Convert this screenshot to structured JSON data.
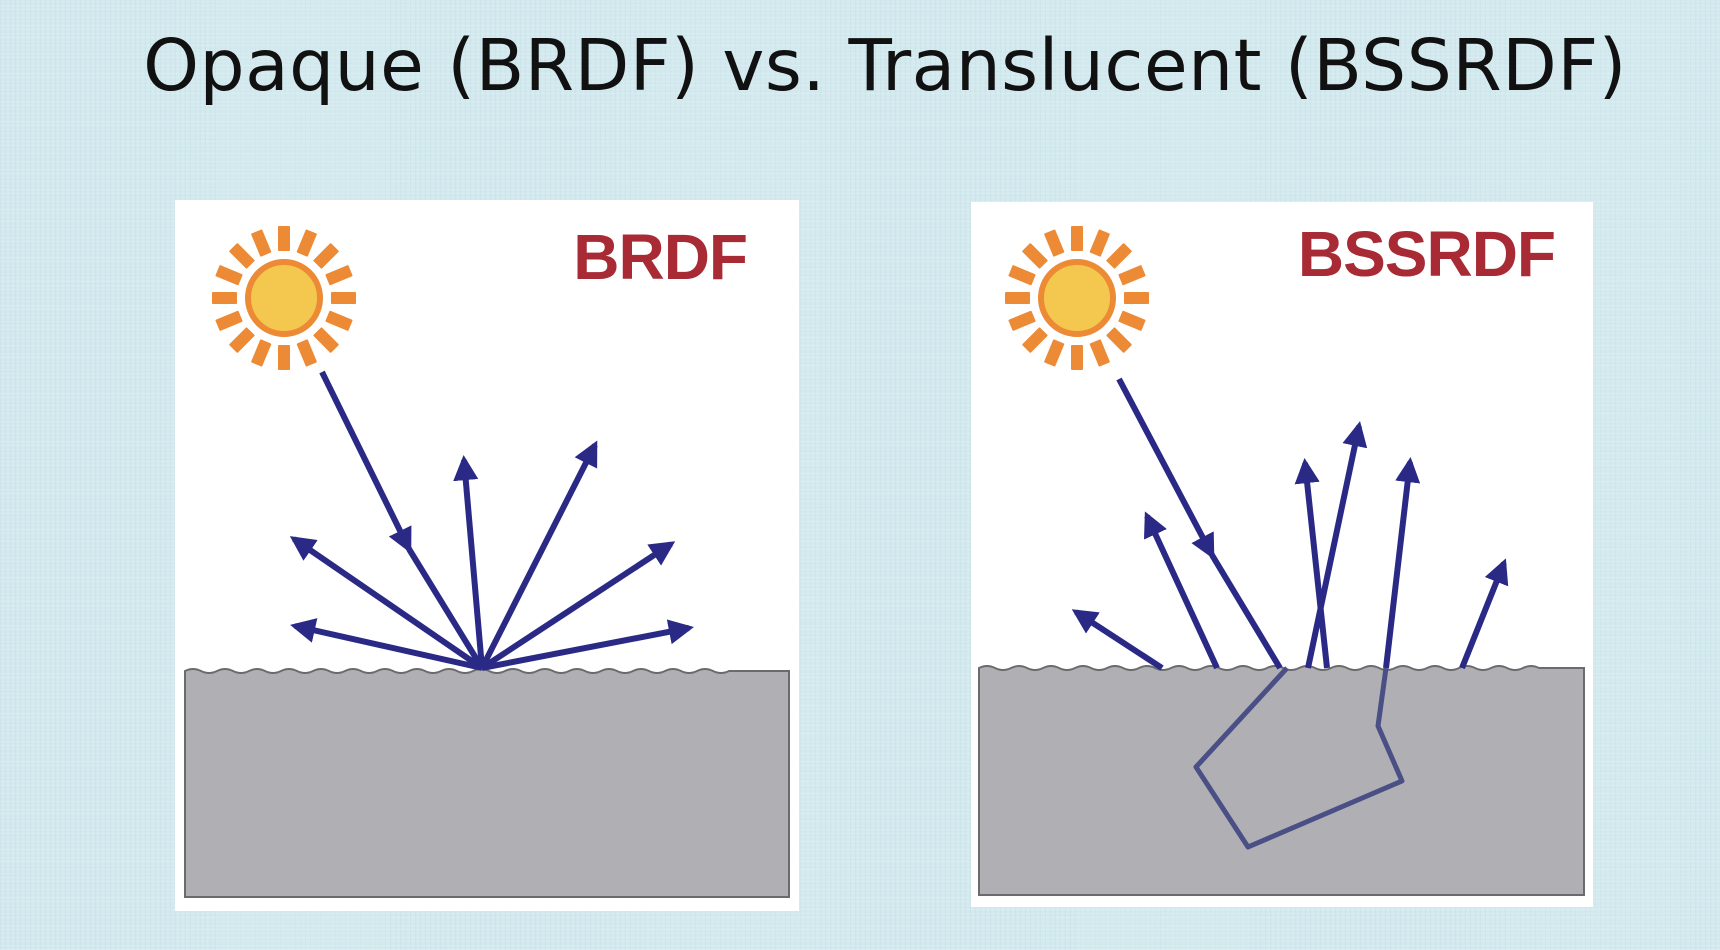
{
  "slide": {
    "title": "Opaque (BRDF) vs. Translucent (BSSRDF)"
  },
  "panels": [
    {
      "label": "BRDF",
      "material": "opaque"
    },
    {
      "label": "BSSRDF",
      "material": "translucent"
    }
  ],
  "colors": {
    "background": "#d3e9ee",
    "label": "#a82a35",
    "ray": "#2a2a86",
    "subsurface_ray": "#4a4f85",
    "surface": "#b0b0b4",
    "sun_core": "#f4c84e",
    "sun_ring": "#ec8a35"
  },
  "icons": [
    "sun-icon"
  ]
}
